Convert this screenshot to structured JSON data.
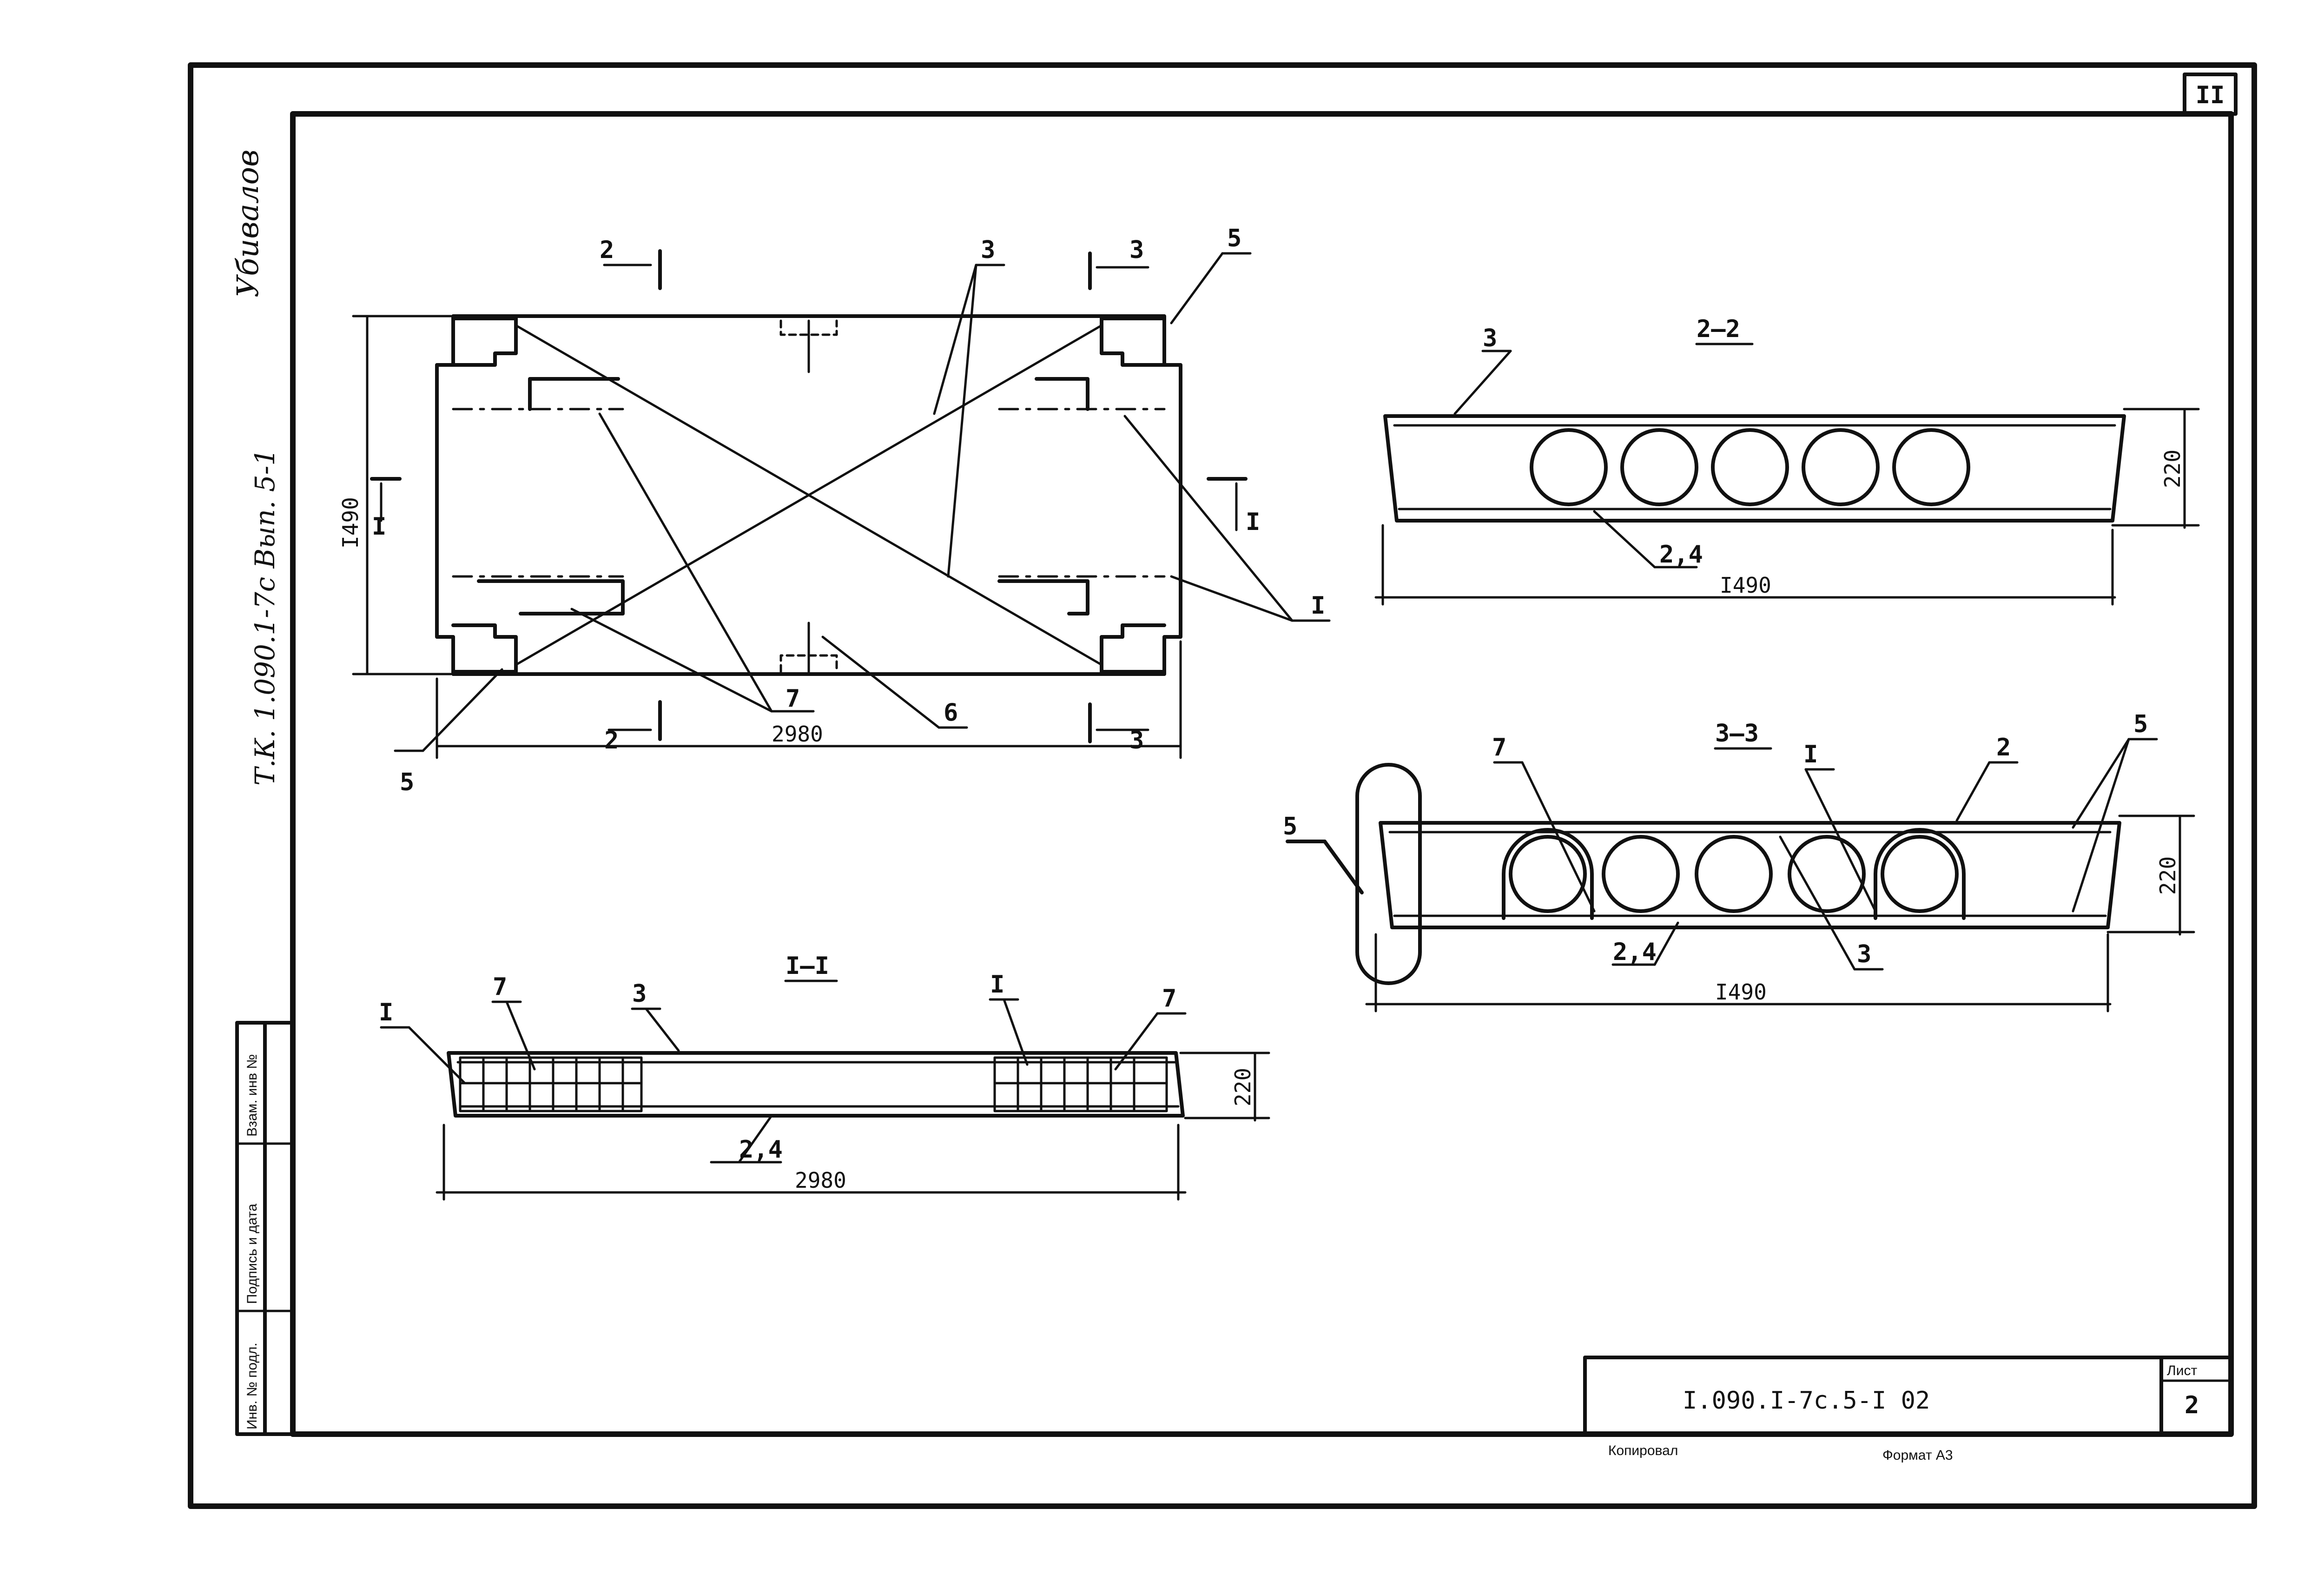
{
  "sheet_corner_number": "II",
  "side_note": "Т.К. 1.090.1-7с Вып. 5-1",
  "side_signature": "Убивалов",
  "stamp_columns": [
    "Инв. № подл.",
    "Подпись и дата",
    "Взам. инв №"
  ],
  "title_block": {
    "designation": "I.090.I-7с.5-I 02",
    "sheet_label": "Лист",
    "sheet_number": "2",
    "copied_label": "Копировал",
    "format_label": "Формат А3"
  },
  "plan_view": {
    "dim_length": "2980",
    "dim_width": "I490",
    "cut_2_top": "2",
    "cut_2_bottom": "2",
    "cut_3_top": "3",
    "cut_3_bottom": "3",
    "cut_1_left": "I",
    "cut_1_right": "I",
    "callout_3": "3",
    "callout_5_top": "5",
    "callout_5_bottom": "5",
    "callout_7": "7",
    "callout_6": "6",
    "callout_1": "I"
  },
  "section_2_2": {
    "title": "2–2",
    "callout_3": "3",
    "callout_24": "2,4",
    "dim_height": "220",
    "dim_width": "I490"
  },
  "section_3_3": {
    "title": "3–3",
    "callout_7": "7",
    "callout_1": "I",
    "callout_2": "2",
    "callout_5_right": "5",
    "callout_5_left": "5",
    "callout_24": "2,4",
    "callout_3": "3",
    "dim_height": "220",
    "dim_width": "I490"
  },
  "section_1_1": {
    "title": "I–I",
    "callout_1_left": "I",
    "callout_7_left": "7",
    "callout_3": "3",
    "callout_1_right": "I",
    "callout_7_right": "7",
    "callout_24": "2,4",
    "dim_height": "220",
    "dim_length": "2980"
  }
}
